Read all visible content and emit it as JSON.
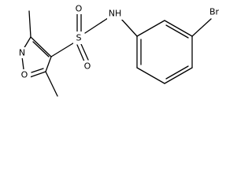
{
  "molecule": {
    "atoms": {
      "O_ring": "O",
      "N_ring": "N",
      "S": "S",
      "O_sulfonyl_top": "O",
      "O_sulfonyl_bottom": "O",
      "NH": "NH",
      "Br": "Br"
    }
  }
}
